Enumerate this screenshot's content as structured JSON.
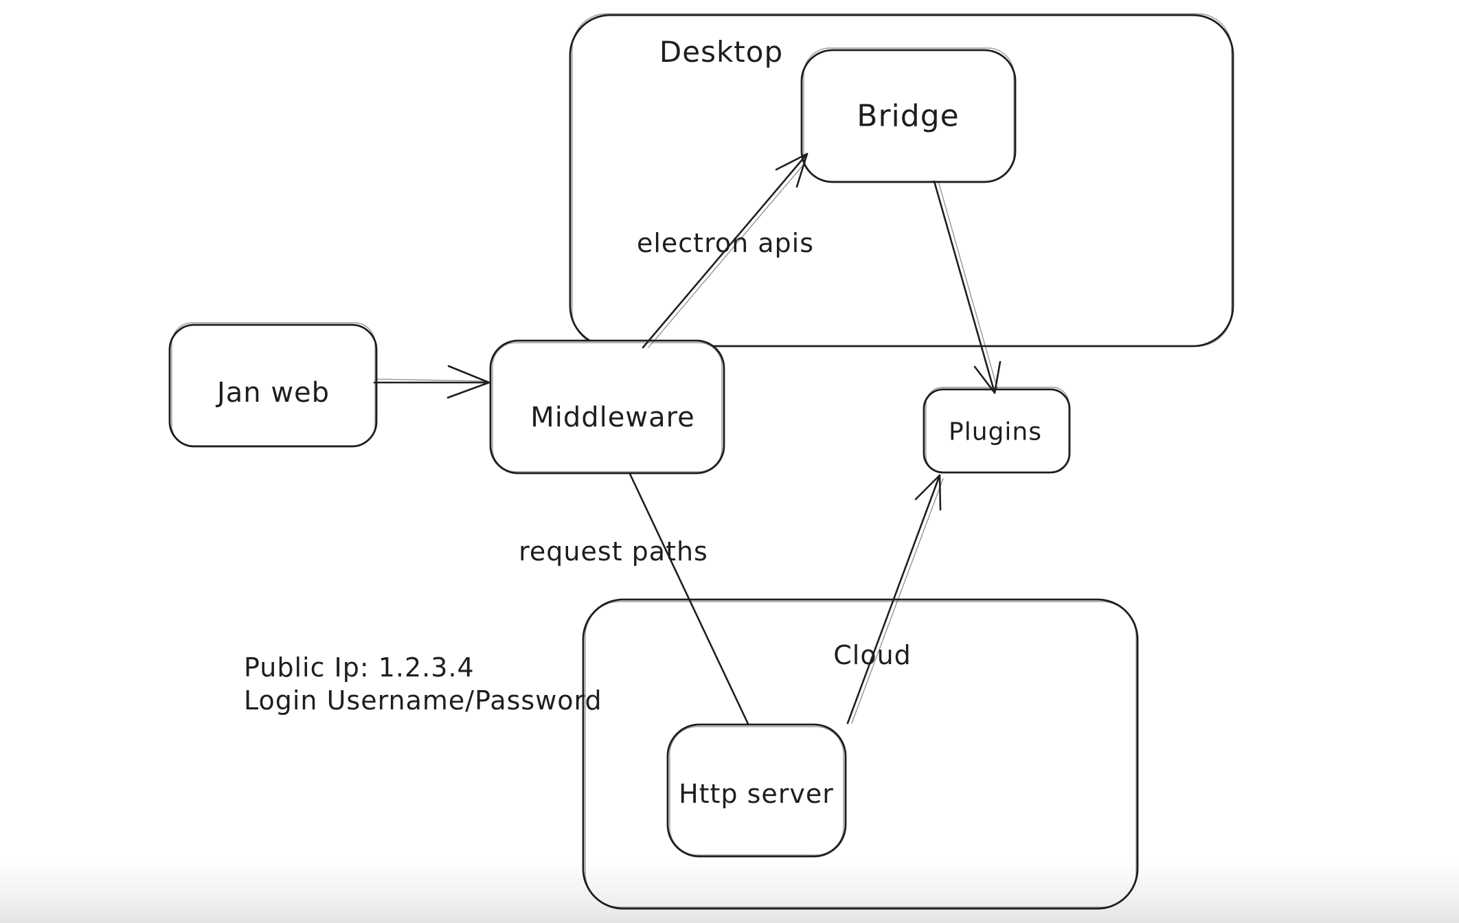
{
  "canvas": {
    "background": "#ffffff",
    "ink": "#1e1e1e",
    "style": "hand-drawn whiteboard diagram"
  },
  "containers": [
    {
      "id": "desktop",
      "label": "Desktop"
    },
    {
      "id": "cloud",
      "label": "Cloud"
    }
  ],
  "nodes": [
    {
      "id": "jan-web",
      "label": "Jan web"
    },
    {
      "id": "middleware",
      "label": "Middleware"
    },
    {
      "id": "bridge",
      "label": "Bridge"
    },
    {
      "id": "plugins",
      "label": "Plugins"
    },
    {
      "id": "http-server",
      "label": "Http server"
    }
  ],
  "edges": [
    {
      "id": "jan-web-to-middleware",
      "from": "jan-web",
      "to": "middleware",
      "label": "",
      "arrowhead": "to"
    },
    {
      "id": "middleware-to-bridge",
      "from": "middleware",
      "to": "bridge",
      "label": "electron apis",
      "arrowhead": "to"
    },
    {
      "id": "bridge-to-plugins",
      "from": "bridge",
      "to": "plugins",
      "label": "",
      "arrowhead": "to"
    },
    {
      "id": "middleware-to-http",
      "from": "middleware",
      "to": "http-server",
      "label": "request paths",
      "arrowhead": "none"
    },
    {
      "id": "http-to-plugins",
      "from": "http-server",
      "to": "plugins",
      "label": "",
      "arrowhead": "to"
    }
  ],
  "edge_labels": [
    {
      "id": "electron-apis",
      "label": "electron apis"
    },
    {
      "id": "request-paths",
      "label": "request paths"
    }
  ],
  "annotations": {
    "public_ip": "Public Ip: 1.2.3.4",
    "login": "Login Username/Password"
  }
}
